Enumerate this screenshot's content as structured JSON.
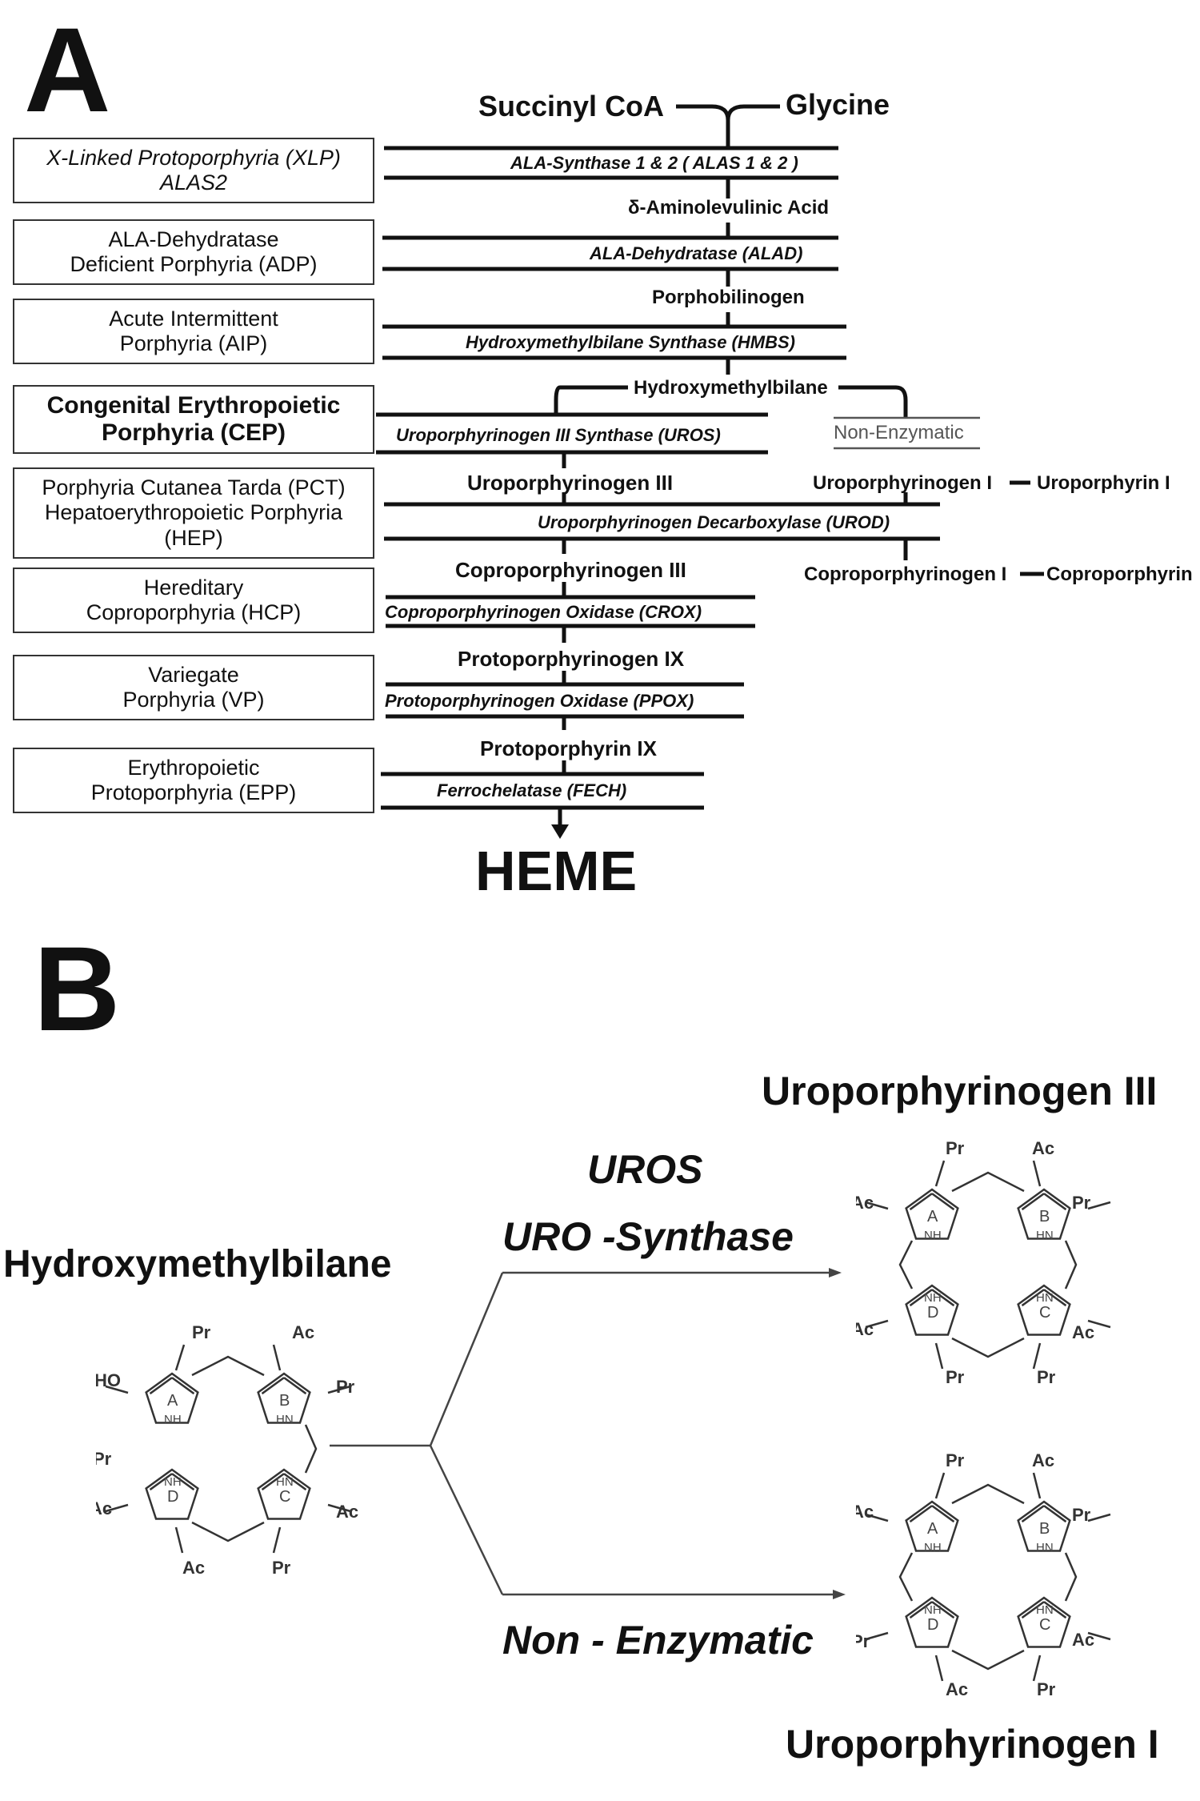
{
  "panel_a": {
    "letter": "A",
    "substrates": {
      "left": "Succinyl CoA",
      "right": "Glycine"
    },
    "diseases": [
      {
        "line1": "X-Linked Protoporphyria (XLP)",
        "line2": "ALAS2",
        "line3": ""
      },
      {
        "line1": "ALA-Dehydratase",
        "line2": "Deficient Porphyria (ADP)",
        "line3": ""
      },
      {
        "line1": "Acute Intermittent",
        "line2": "Porphyria  (AIP)",
        "line3": ""
      },
      {
        "line1": "Congenital Erythropoietic",
        "line2": "Porphyria  (CEP)",
        "line3": ""
      },
      {
        "line1": "Porphyria Cutanea Tarda (PCT)",
        "line2": "Hepatoerythropoietic Porphyria",
        "line3": "(HEP)"
      },
      {
        "line1": "Hereditary",
        "line2": "Coproporphyria  (HCP)",
        "line3": ""
      },
      {
        "line1": "Variegate",
        "line2": "Porphyria  (VP)",
        "line3": ""
      },
      {
        "line1": "Erythropoietic",
        "line2": "Protoporphyria  (EPP)",
        "line3": ""
      }
    ],
    "enzymes": [
      "ALA-Synthase 1 & 2 ( ALAS 1 & 2 )",
      "ALA-Dehydratase (ALAD)",
      "Hydroxymethylbilane Synthase (HMBS)",
      "Uroporphyrinogen III Synthase (UROS)",
      "Uroporphyrinogen Decarboxylase (UROD)",
      "Coproporphyrinogen Oxidase (CROX)",
      "Protoporphyrinogen Oxidase (PPOX)",
      "Ferrochelatase (FECH)"
    ],
    "metabolites": {
      "ala": "δ-Aminolevulinic Acid",
      "pbg": "Porphobilinogen",
      "hmb": "Hydroxymethylbilane",
      "uro3": "Uroporphyrinogen III",
      "copro3": "Coproporphyrinogen III",
      "proto_gen": "Protoporphyrinogen IX",
      "proto": "Protoporphyrin IX",
      "heme": "HEME"
    },
    "side_branch": {
      "label": "Non-Enzymatic",
      "uro1": "Uroporphyrinogen I",
      "uroporphyrin": "Uroporphyrin I",
      "copro1": "Coproporphyrinogen I",
      "coproporphyrin": "Coproporphyrin"
    }
  },
  "panel_b": {
    "letter": "B",
    "substrate_title": "Hydroxymethylbilane",
    "enzyme_line1": "UROS",
    "enzyme_line2": "URO -Synthase",
    "non_enzymatic": "Non - Enzymatic",
    "product_top": "Uroporphyrinogen III",
    "product_bottom": "Uroporphyrinogen I",
    "ring_letters": [
      "A",
      "B",
      "C",
      "D"
    ],
    "substituents": {
      "pr": "Pr",
      "ac": "Ac",
      "ho": "HO",
      "nh": "NH",
      "hn": "HN"
    }
  }
}
